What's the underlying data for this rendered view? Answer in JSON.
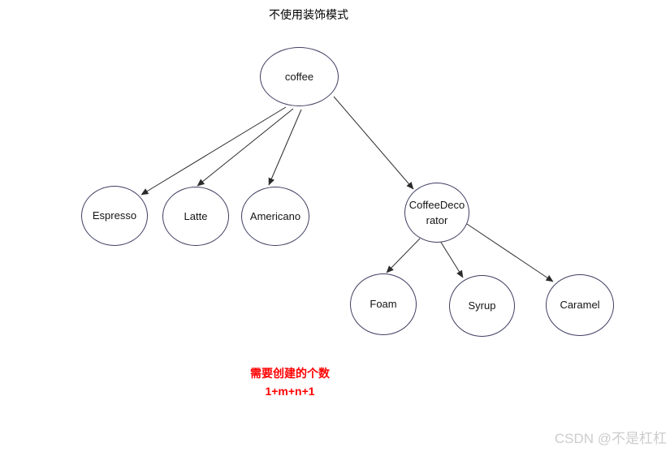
{
  "title": "不使用装饰模式",
  "diagram": {
    "nodes": [
      {
        "id": "coffee",
        "lines": [
          "coffee"
        ]
      },
      {
        "id": "espresso",
        "lines": [
          "Espresso"
        ]
      },
      {
        "id": "latte",
        "lines": [
          "Latte"
        ]
      },
      {
        "id": "americano",
        "lines": [
          "Americano"
        ]
      },
      {
        "id": "coffee-decorator",
        "lines": [
          "CoffeeDeco",
          "rator"
        ]
      },
      {
        "id": "foam",
        "lines": [
          "Foam"
        ]
      },
      {
        "id": "syrup",
        "lines": [
          "Syrup"
        ]
      },
      {
        "id": "caramel",
        "lines": [
          "Caramel"
        ]
      }
    ],
    "edges": [
      {
        "from": "coffee",
        "to": "espresso"
      },
      {
        "from": "coffee",
        "to": "latte"
      },
      {
        "from": "coffee",
        "to": "americano"
      },
      {
        "from": "coffee",
        "to": "coffee-decorator"
      },
      {
        "from": "coffee-decorator",
        "to": "foam"
      },
      {
        "from": "coffee-decorator",
        "to": "syrup"
      },
      {
        "from": "coffee-decorator",
        "to": "caramel"
      }
    ],
    "node_stroke_color": "#3f3f63",
    "edge_color": "#2b2b2b"
  },
  "annotation": {
    "line1": "需要创建的个数",
    "line2": "1+m+n+1",
    "color": "#ff0000"
  },
  "watermark": {
    "text": "CSDN @不是杠杠",
    "color": "#cccccc"
  }
}
